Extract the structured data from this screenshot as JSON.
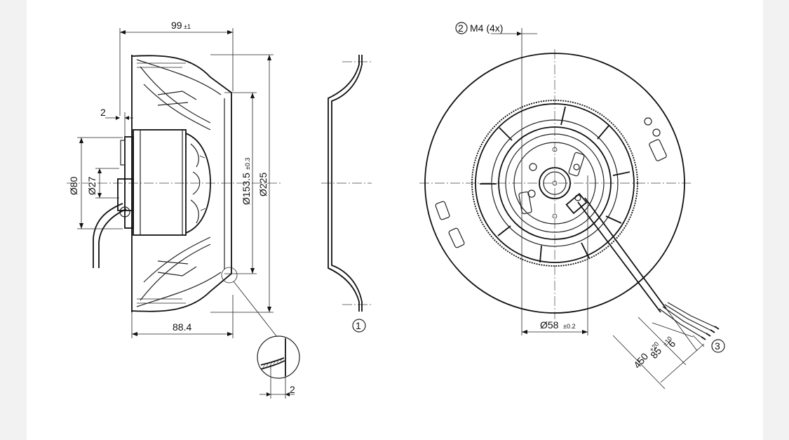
{
  "drawing": {
    "side_view": {
      "dim_width_total": "99",
      "dim_width_total_tol": "±1",
      "dim_shaft_offset": "2",
      "dim_hub_dia": "Ø80",
      "dim_shaft_dia": "Ø27",
      "dim_inlet_dia": "Ø153.5",
      "dim_inlet_dia_tol": "±0.3",
      "dim_outer_dia": "Ø225",
      "dim_depth": "88.4",
      "detail_dim": "2"
    },
    "nozzle_view": {
      "callout": "1"
    },
    "front_view": {
      "callout_thread": "2",
      "thread_label": "M4 (4x)",
      "dim_center_dia": "Ø58",
      "dim_center_dia_tol": "±0.2",
      "callout_cable": "3",
      "dim_strip": "6",
      "dim_lead": "85",
      "dim_lead_tol": "±10",
      "dim_cable": "450",
      "dim_cable_tol": "+20"
    }
  }
}
